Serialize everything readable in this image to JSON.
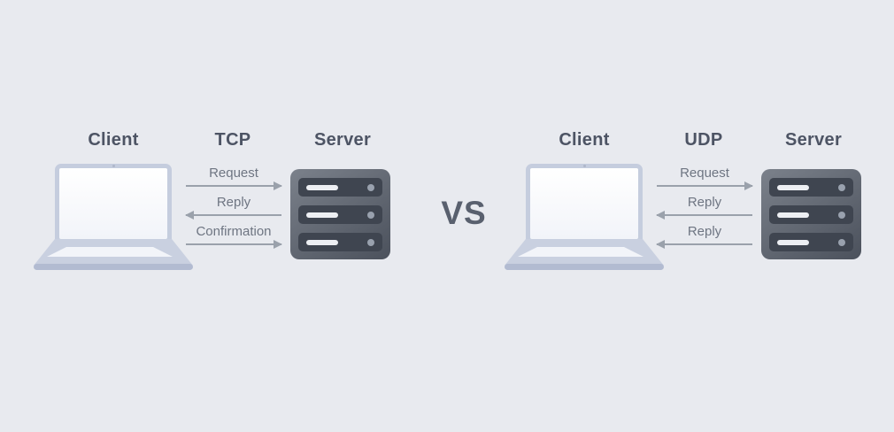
{
  "vs_label": "VS",
  "panels": [
    {
      "client_label": "Client",
      "protocol_label": "TCP",
      "server_label": "Server",
      "messages": [
        {
          "label": "Request",
          "direction": "right"
        },
        {
          "label": "Reply",
          "direction": "left"
        },
        {
          "label": "Confirmation",
          "direction": "right"
        }
      ]
    },
    {
      "client_label": "Client",
      "protocol_label": "UDP",
      "server_label": "Server",
      "messages": [
        {
          "label": "Request",
          "direction": "right"
        },
        {
          "label": "Reply",
          "direction": "left"
        },
        {
          "label": "Reply",
          "direction": "left"
        }
      ]
    }
  ],
  "icons": {
    "client": "laptop-icon",
    "server": "server-rack-icon",
    "message": "arrow-icon"
  },
  "colors": {
    "background": "#e8eaef",
    "heading-text": "#4d5464",
    "vs-text": "#59606e",
    "message-text": "#6e7582",
    "arrow": "#9aa1ab",
    "laptop-frame": "#c5cdde",
    "laptop-base": "#c9d0e0",
    "laptop-inset": "#f2f4f9",
    "laptop-bottom": "#b2bbd1",
    "server-body-top": "#7b818b",
    "server-body-bottom": "#4b515c",
    "server-slot": "#3f4550",
    "server-bar": "#edeff3",
    "server-dot": "#99a1ae"
  }
}
